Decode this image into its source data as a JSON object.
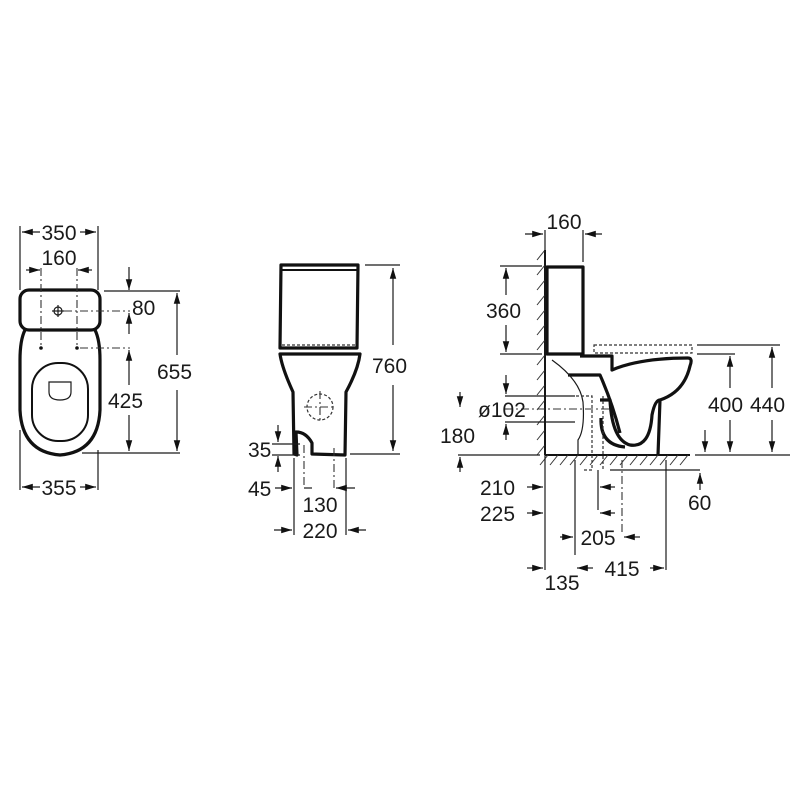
{
  "diagram": {
    "type": "technical-dimension-drawing",
    "subject": "close-coupled toilet",
    "units": "mm",
    "colors": {
      "line": "#111111",
      "background": "#ffffff"
    },
    "views": {
      "top": {
        "width_cistern": "350",
        "fixing_spacing": "160",
        "cistern_to_fixing": "80",
        "fixing_to_front": "425",
        "overall_depth": "655",
        "width_bowl": "355"
      },
      "front": {
        "overall_height": "760",
        "inlet_height": "35",
        "inlet_offset": "45",
        "fixing_spacing": "130",
        "base_width": "220"
      },
      "side": {
        "cistern_depth": "160",
        "cistern_height": "360",
        "outlet_diameter": "ø102",
        "outlet_height": "180",
        "seat_height": "400",
        "top_height": "440",
        "floor_outlet_min": "210",
        "floor_outlet_max": "225",
        "floor_fixing": "60",
        "fixing_distance": "205",
        "wall_to_cistern": "135",
        "base_length": "415"
      }
    }
  }
}
